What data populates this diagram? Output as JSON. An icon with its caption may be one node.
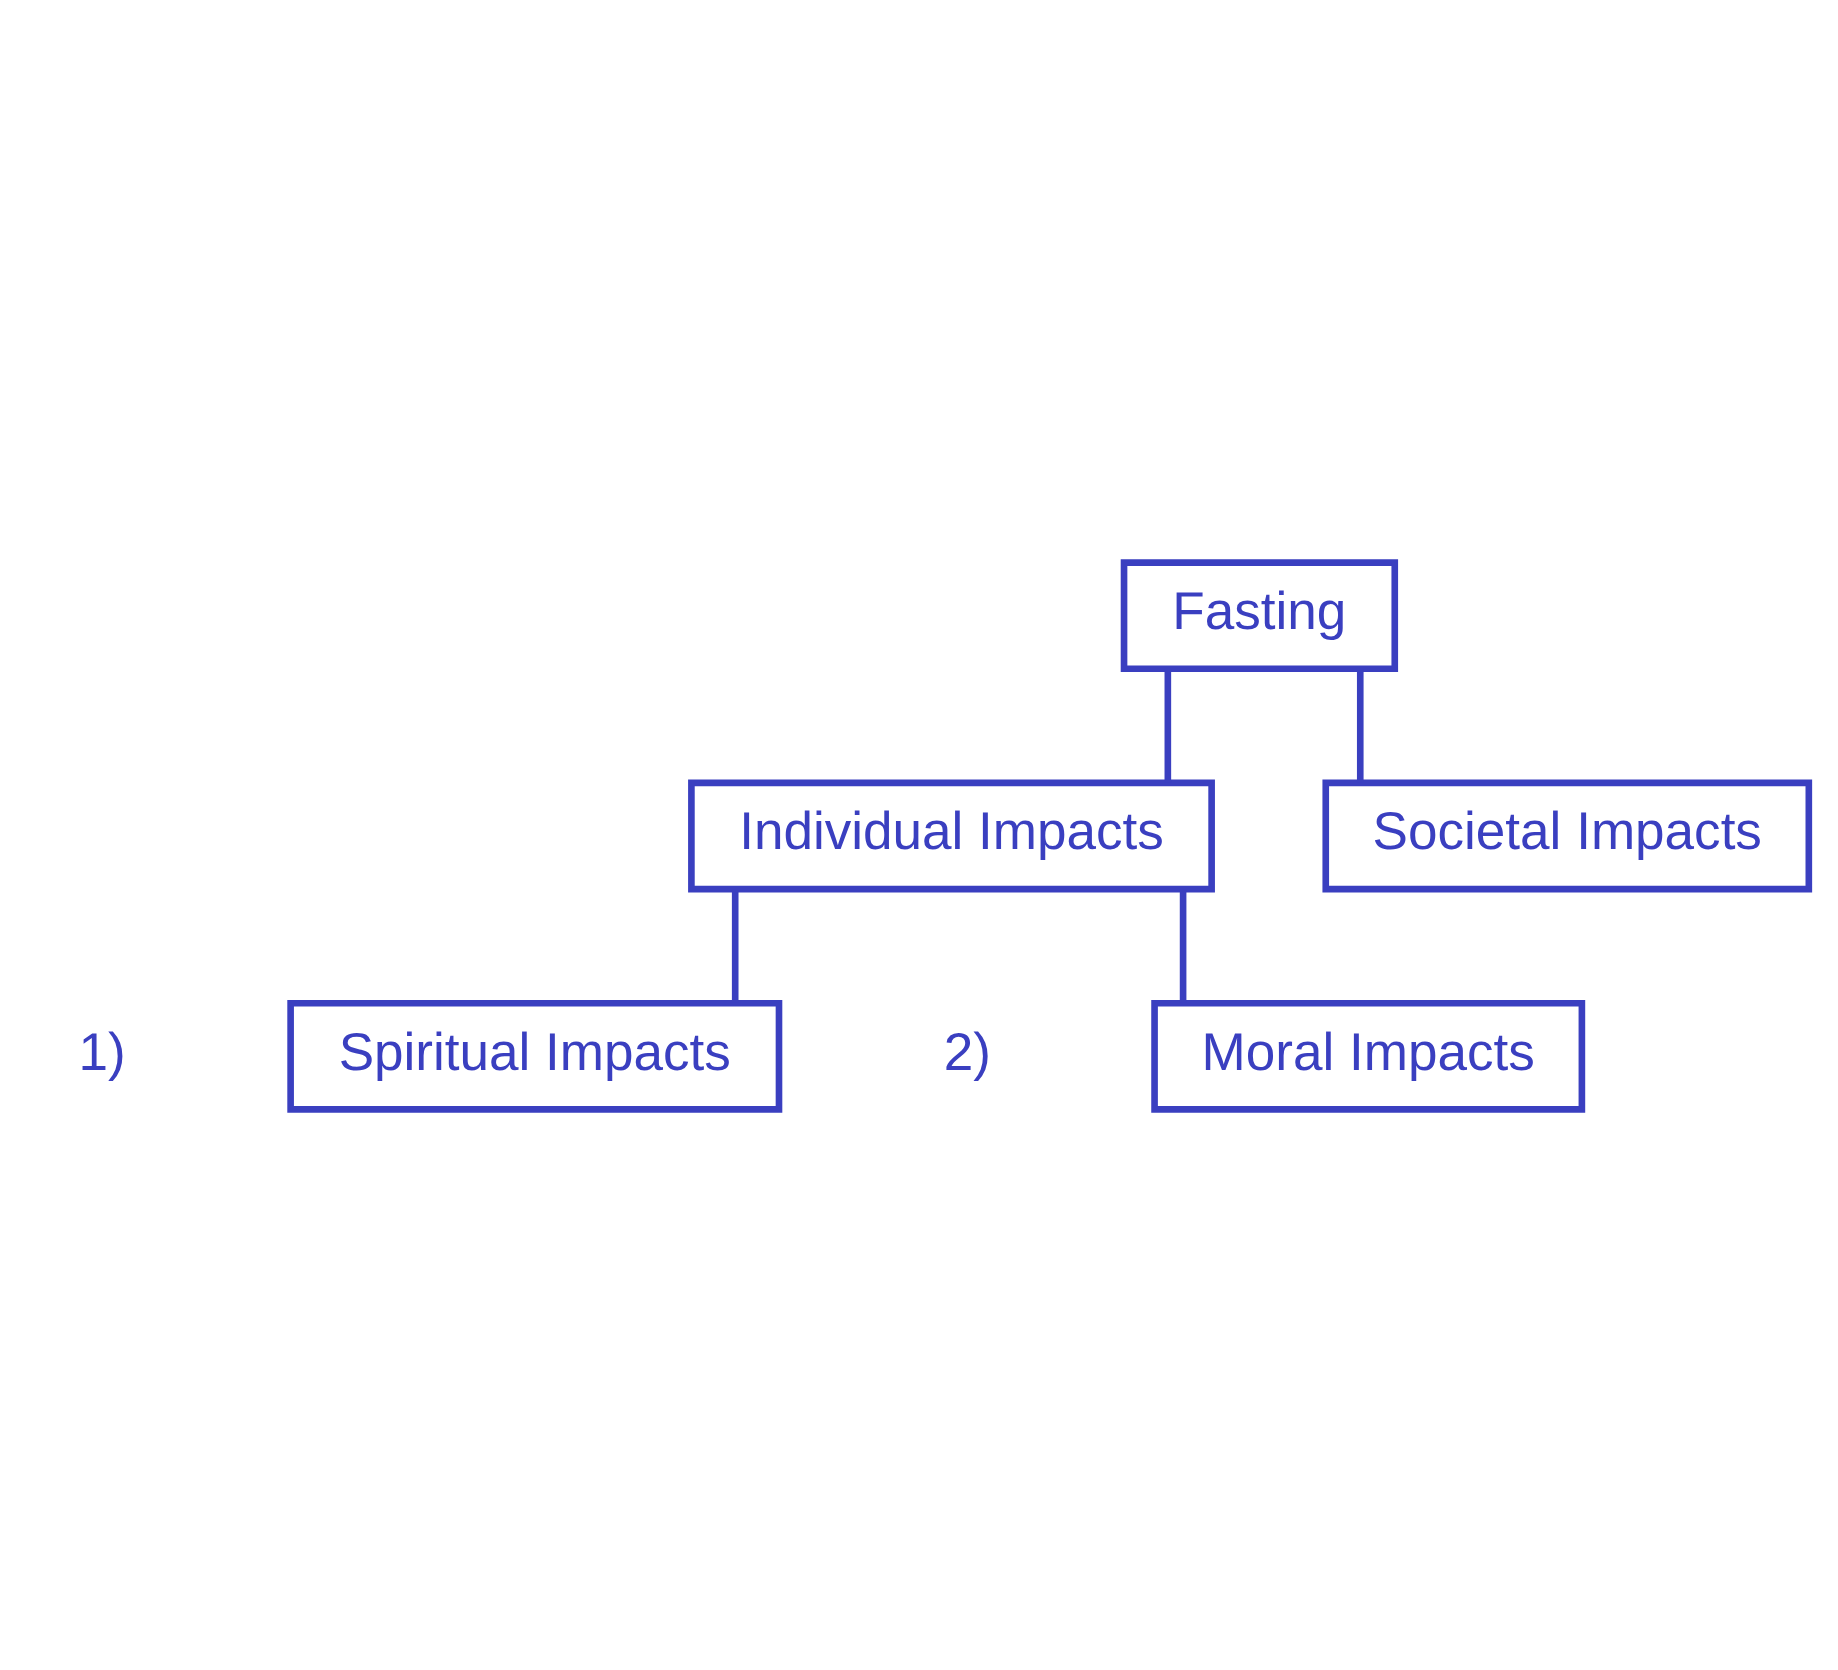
{
  "diagram": {
    "nodes": [
      {
        "text": [
          "Fasting"
        ]
      },
      {
        "text": [
          "Individual Impacts"
        ]
      },
      {
        "text": [
          "Societal Impacts"
        ]
      },
      {
        "text": [
          "Spiritual Impacts"
        ]
      },
      {
        "text": [
          "Moral Impacts"
        ]
      }
    ],
    "edges": [
      {
        "from": 0,
        "to": 1,
        "arrow": "none"
      },
      {
        "from": 0,
        "to": 2,
        "arrow": "none"
      },
      {
        "from": 1,
        "to": 3,
        "arrow": "none"
      },
      {
        "from": 1,
        "to": 4,
        "arrow": "none"
      }
    ],
    "labels": [
      "1)",
      "2)"
    ]
  }
}
